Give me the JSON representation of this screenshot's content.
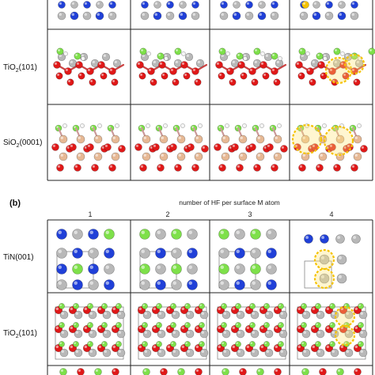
{
  "panel_b_label": "(b)",
  "panel_b_header": "number of HF per surface M atom",
  "column_numbers": [
    "1",
    "2",
    "3",
    "4"
  ],
  "panel_a_rows": [
    {
      "formula": "TiO",
      "subscript": "2",
      "facet": "(101)"
    },
    {
      "formula": "SiO",
      "subscript": "2",
      "facet": "(0001)"
    }
  ],
  "panel_b_rows": [
    {
      "formula": "TiN",
      "subscript": "",
      "facet": "(001)"
    },
    {
      "formula": "TiO",
      "subscript": "2",
      "facet": "(101)"
    }
  ],
  "colors": {
    "titanium": "#b8b8b8",
    "oxygen": "#e01818",
    "nitrogen": "#2040d8",
    "fluorine": "#7ee04a",
    "silicon": "#e6b894",
    "hydrogen": "#f4f4f4",
    "highlight": "#f5c200",
    "grid": "#222222"
  }
}
